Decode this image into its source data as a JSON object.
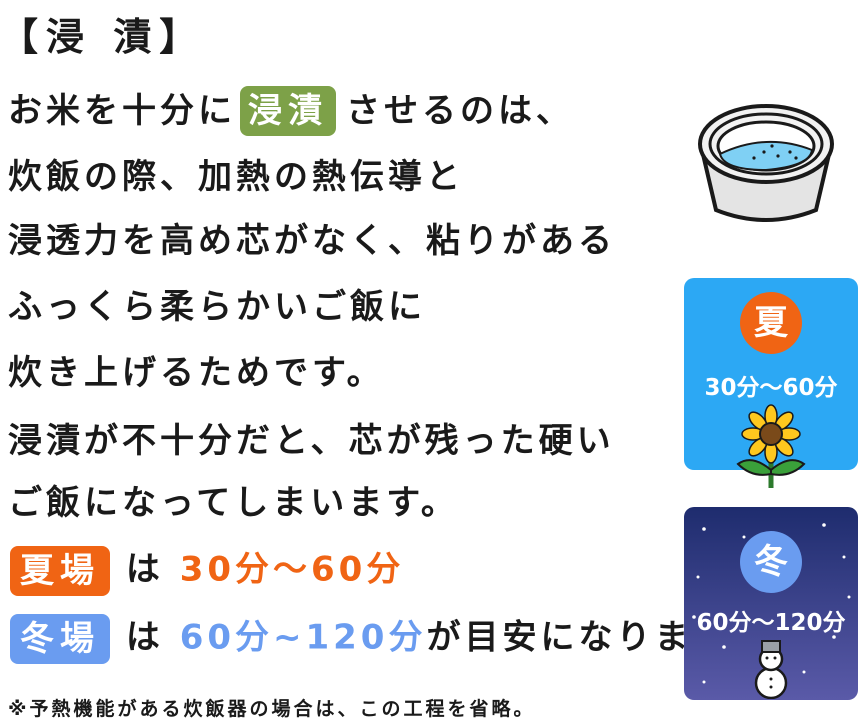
{
  "heading": {
    "open_bracket": "【",
    "text": "浸 漬",
    "close_bracket": "】"
  },
  "body": {
    "line1_pre": "お米を十分に",
    "line1_highlight": "浸漬",
    "line1_post": "させるのは、",
    "line2": "炊飯の際、加熱の熱伝導と",
    "line3": "浸透力を高め芯がなく、粘りがある",
    "line4": "ふっくら柔らかいご飯に",
    "line5": "炊き上げるためです。",
    "line6": "浸漬が不十分だと、芯が残った硬い",
    "line7": "ご飯になってしまいます。"
  },
  "summer_row": {
    "badge": "夏場",
    "particle": "は",
    "range": "30分～60分"
  },
  "winter_row": {
    "badge": "冬場",
    "particle": "は",
    "range": "60分~120分",
    "suffix": "が目安になります。"
  },
  "footnote": "※予熱機能がある炊飯器の場合は、この工程を省略。",
  "summer_panel": {
    "season": "夏",
    "range": "30分～60分",
    "icon": "sunflower-icon"
  },
  "winter_panel": {
    "season": "冬",
    "range": "60分～120分",
    "icon": "snowman-icon"
  },
  "colors": {
    "green": "#7da148",
    "orange": "#f06414",
    "blue": "#6a9cf0",
    "summer_bg": "#2ca8f4",
    "winter_bg": "#1e2c6e"
  }
}
